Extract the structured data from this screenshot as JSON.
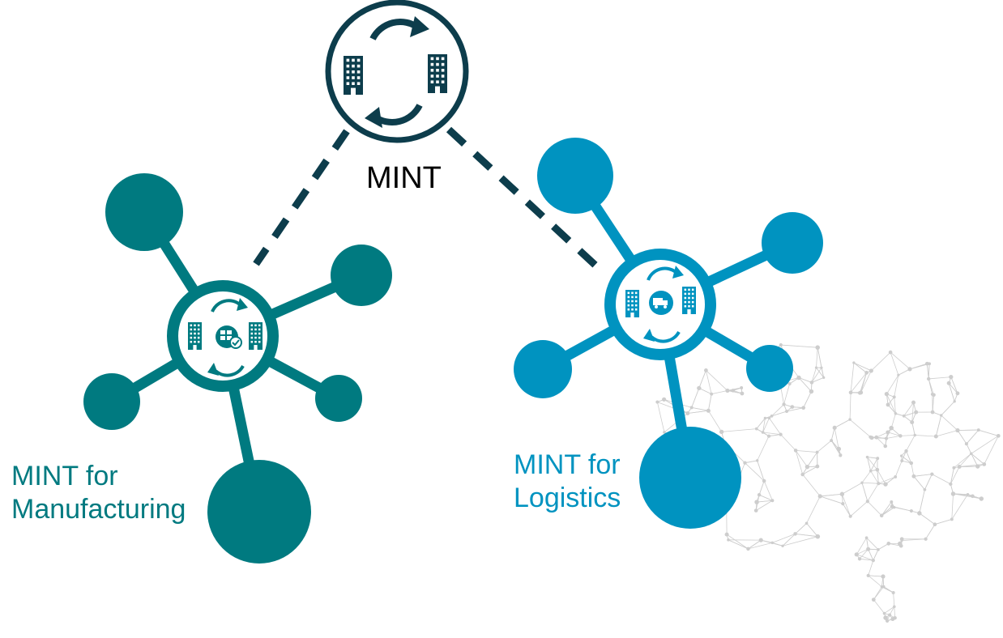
{
  "colors": {
    "background": "#ffffff",
    "mint_core": "#0d3d4c",
    "manufacturing": "#007a80",
    "logistics": "#0093c0",
    "brain_mesh": "#c8c8c8",
    "label_dark": "#000000"
  },
  "hub": {
    "label": "MINT",
    "icon": "buildings-sync-icon"
  },
  "clusters": [
    {
      "label": "MINT for\nManufacturing",
      "icon": "factory-buildings-sync-icon",
      "color": "#007a80"
    },
    {
      "label": "MINT for\nLogistics",
      "icon": "truck-buildings-sync-icon",
      "color": "#0093c0"
    }
  ],
  "connectors": [
    {
      "from": "MINT",
      "to": "MINT for Manufacturing",
      "style": "dashed"
    },
    {
      "from": "MINT",
      "to": "MINT for Logistics",
      "style": "dashed"
    }
  ],
  "decoration": {
    "background_graphic": "brain-mesh-icon"
  }
}
